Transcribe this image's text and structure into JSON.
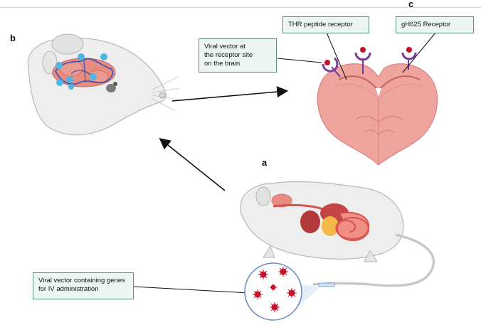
{
  "labels": {
    "panel_a": "a",
    "panel_b": "b",
    "panel_c": "c"
  },
  "callouts": {
    "viral_vector_receptor": "Viral vector at\nthe receptor site\non the brain",
    "thr_receptor": "THR peptide receptor",
    "gh625_receptor": "gH625 Receptor",
    "viral_vector_iv": "Viral vector containing genes\nfor IV administration"
  },
  "colors": {
    "brain_pink": "#f0a7a0",
    "brain_outline": "#d97d76",
    "organ_red": "#d9534f",
    "vessel_blue": "#4a5fb8",
    "node_cyan": "#4fb6e6",
    "receptor_purple": "#7a3d9a",
    "virus_red": "#c8102e",
    "callout_fill": "#eef6f4",
    "callout_border": "#5f8d86",
    "arrow": "#111111"
  },
  "icons": [
    "mouse-head-icon",
    "mouse-body-icon",
    "brain-section-icon",
    "virus-particle-icon",
    "syringe-icon"
  ]
}
